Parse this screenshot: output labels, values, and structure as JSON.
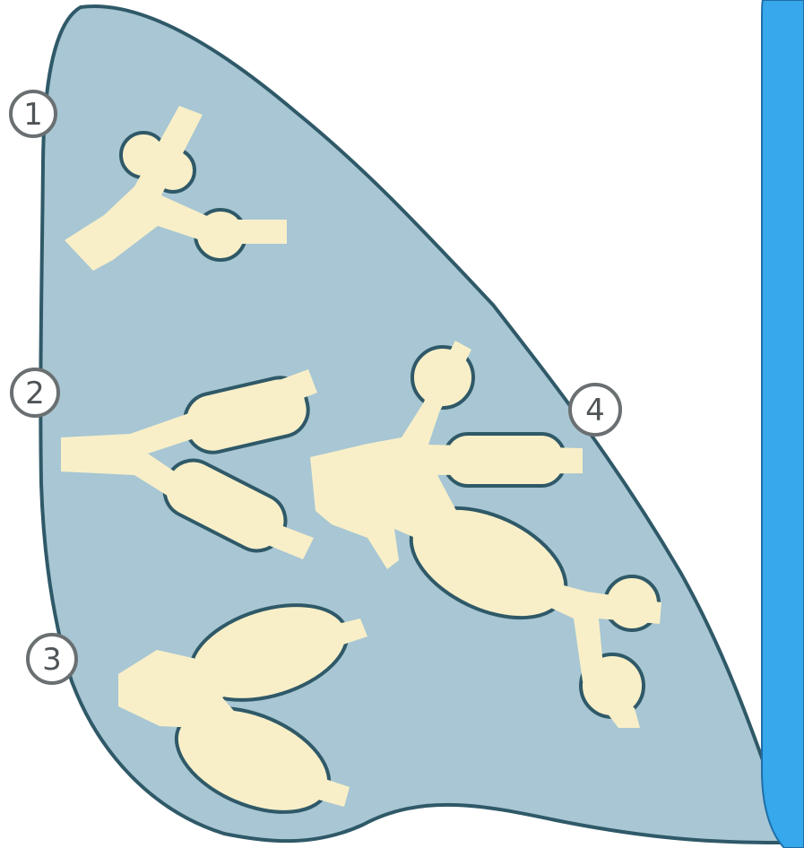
{
  "colors": {
    "background": "#ffffff",
    "lung_fill": "#a8c6d3",
    "lung_outline": "#2f5968",
    "airway_fill": "#f8efc8",
    "lesion_outline": "#2f5968",
    "side_panel_fill": "#36a8eb",
    "side_panel_border": "#1f6ea8",
    "marker_fill": "#ffffff",
    "marker_stroke": "#6a6f71",
    "marker_text": "#4f5457"
  },
  "diagram": {
    "markers": [
      {
        "id": "1",
        "label": "1"
      },
      {
        "id": "2",
        "label": "2"
      },
      {
        "id": "3",
        "label": "3"
      },
      {
        "id": "4",
        "label": "4"
      }
    ],
    "groups": [
      {
        "id": "1",
        "shape": "small-round-nodules"
      },
      {
        "id": "2",
        "shape": "tubular-cuffs"
      },
      {
        "id": "3",
        "shape": "oval-fusiform"
      },
      {
        "id": "4",
        "shape": "mixed-branching"
      }
    ],
    "side_panel": {
      "type": "blank-blue-panel"
    }
  }
}
